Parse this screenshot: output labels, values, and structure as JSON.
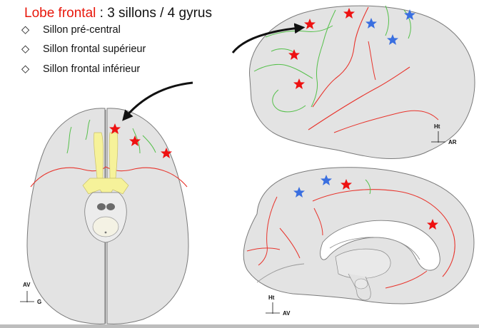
{
  "title": {
    "red_part": "Lobe frontal",
    "black_part": " : 3 sillons / 4 gyrus"
  },
  "bullets": [
    {
      "glyph": "◇",
      "text": "Sillon pré-central"
    },
    {
      "glyph": "◇",
      "text": "Sillon frontal supérieur"
    },
    {
      "glyph": "◇",
      "text": "Sillon frontal inférieur"
    }
  ],
  "orientation_labels": {
    "lateral_view": {
      "up": "Ht",
      "right": "AR"
    },
    "medial_view": {
      "up": "Ht",
      "right": "AV"
    },
    "superior_view": {
      "up": "AV",
      "right": "G"
    }
  },
  "colors": {
    "title_red": "#e8180c",
    "brain_fill": "#e3e3e3",
    "outline": "#7a7a7a",
    "sulcus_red": "#e8342c",
    "sulcus_green": "#55c04a",
    "star_red": "#ee1111",
    "star_blue": "#3a6fe0",
    "bone_yellow": "#f6f29a",
    "arrow": "#111111"
  },
  "icons": [
    "red-star-icon",
    "blue-star-icon",
    "curved-arrow-icon",
    "axis-cross-icon"
  ]
}
